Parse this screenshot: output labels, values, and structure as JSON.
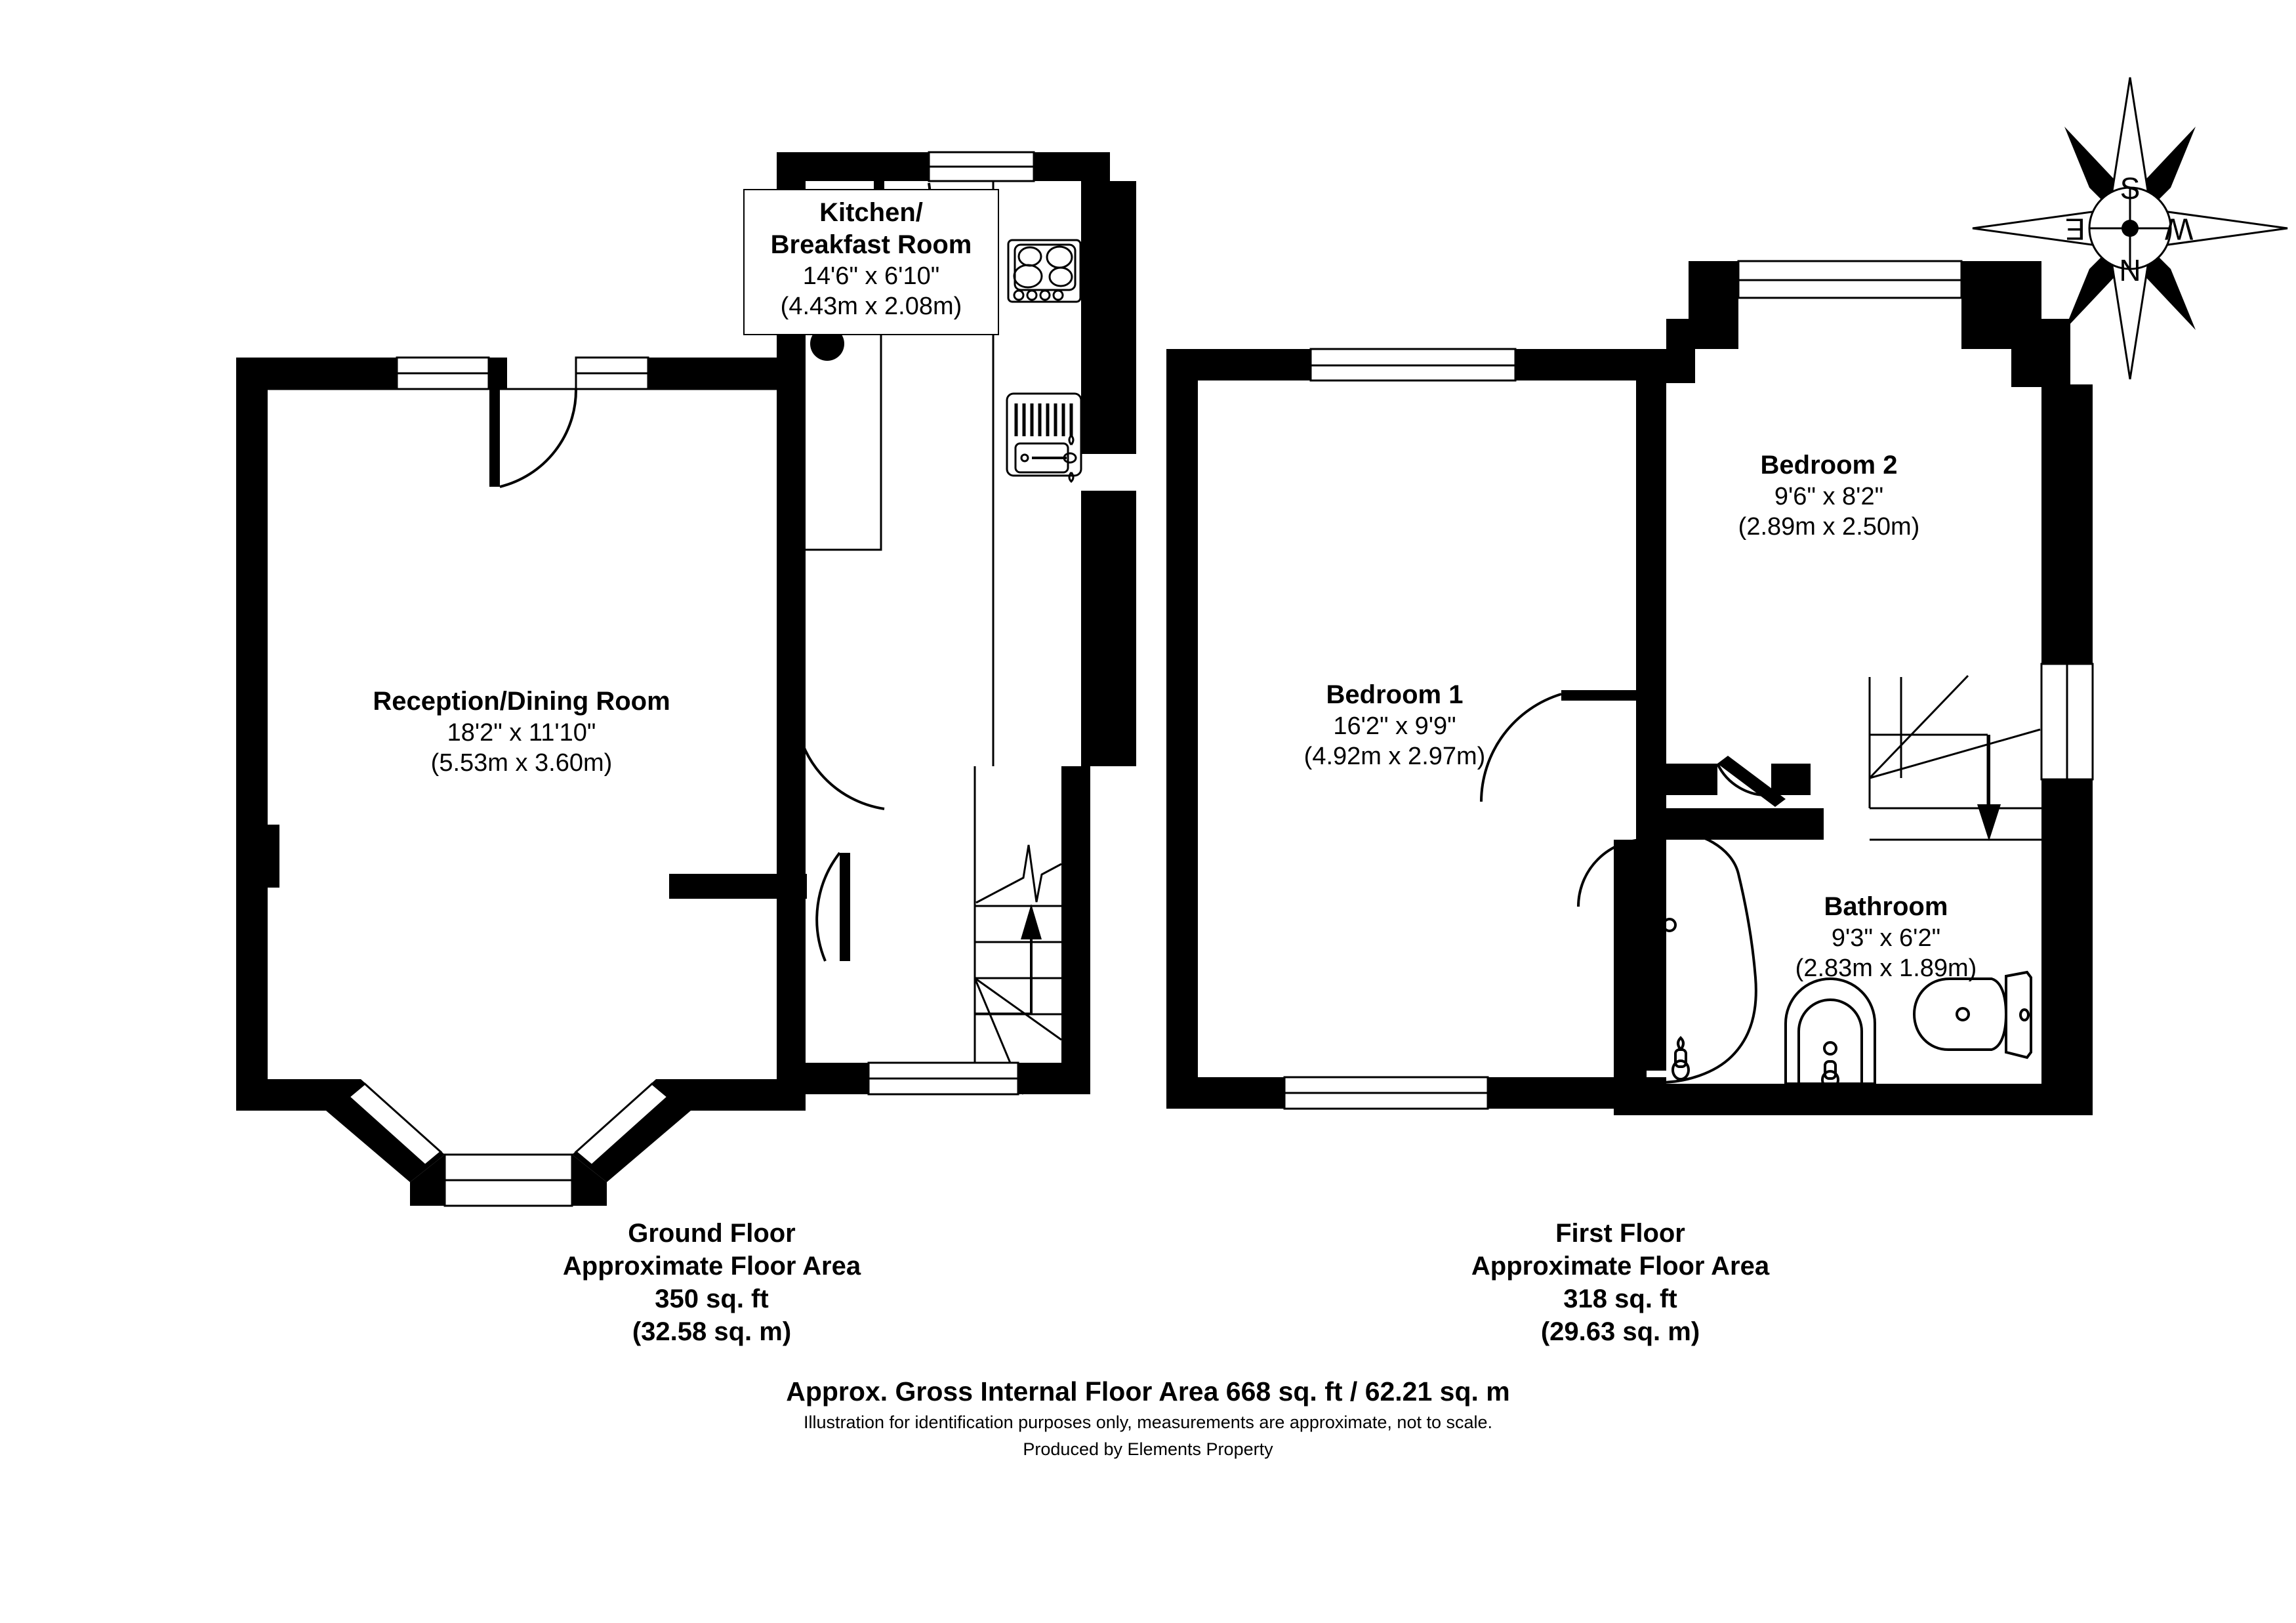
{
  "document": {
    "type": "floor-plan",
    "title": "Residential Floor Plan"
  },
  "compass": {
    "name": "compass-rose",
    "labels": {
      "top": "S",
      "bottom": "N",
      "left": "E",
      "right": "W"
    }
  },
  "rooms": [
    {
      "id": "kitchen",
      "name": "Kitchen/\nBreakfast Room",
      "name_line1": "Kitchen/",
      "name_line2": "Breakfast Room",
      "dim_imperial": "14'6\" x 6'10\"",
      "dim_metric": "(4.43m x 2.08m)",
      "floor": "ground",
      "boxed_label": true
    },
    {
      "id": "reception-dining",
      "name": "Reception/Dining Room",
      "dim_imperial": "18'2\" x 11'10\"",
      "dim_metric": "(5.53m x 3.60m)",
      "floor": "ground",
      "boxed_label": false
    },
    {
      "id": "bedroom-1",
      "name": "Bedroom 1",
      "dim_imperial": "16'2\" x 9'9\"",
      "dim_metric": "(4.92m x 2.97m)",
      "floor": "first",
      "boxed_label": false
    },
    {
      "id": "bedroom-2",
      "name": "Bedroom 2",
      "dim_imperial": "9'6\" x 8'2\"",
      "dim_metric": "(2.89m x 2.50m)",
      "floor": "first",
      "boxed_label": false
    },
    {
      "id": "bathroom",
      "name": "Bathroom",
      "dim_imperial": "9'3\" x 6'2\"",
      "dim_metric": "(2.83m x 1.89m)",
      "floor": "first",
      "boxed_label": false
    }
  ],
  "floors": [
    {
      "id": "ground",
      "title": "Ground Floor",
      "subtitle": "Approximate Floor Area",
      "area_ft": "350 sq. ft",
      "area_m": "(32.58 sq. m)"
    },
    {
      "id": "first",
      "title": "First Floor",
      "subtitle": "Approximate Floor Area",
      "area_ft": "318 sq. ft",
      "area_m": "(29.63 sq. m)"
    }
  ],
  "summary": {
    "gross_area": "Approx. Gross Internal Floor Area 668 sq. ft / 62.21 sq. m",
    "disclaimer": "Illustration for identification purposes only, measurements are approximate, not to scale.",
    "producer": "Produced by Elements Property"
  },
  "fixtures": [
    {
      "id": "hob",
      "label": "hob-icon",
      "room": "kitchen"
    },
    {
      "id": "sink",
      "label": "sink-icon",
      "room": "kitchen"
    },
    {
      "id": "bath",
      "label": "bathtub-icon",
      "room": "bathroom"
    },
    {
      "id": "basin",
      "label": "wash-basin-icon",
      "room": "bathroom"
    },
    {
      "id": "wc",
      "label": "toilet-icon",
      "room": "bathroom"
    },
    {
      "id": "stairs-up",
      "label": "stairs-up-icon",
      "room": "ground-hall"
    },
    {
      "id": "stairs-down",
      "label": "stairs-down-icon",
      "room": "first-landing"
    }
  ],
  "colors": {
    "wall": "#000000",
    "background": "#ffffff",
    "line": "#000000"
  }
}
